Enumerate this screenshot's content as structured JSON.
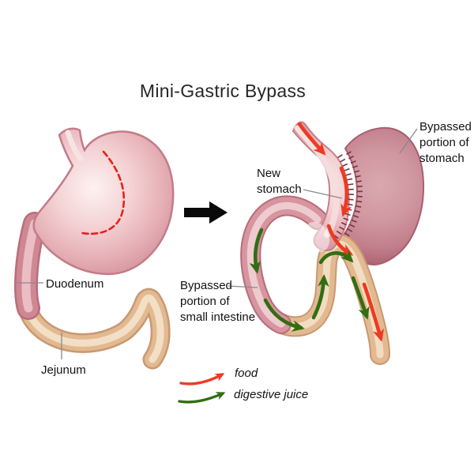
{
  "title": "Mini-Gastric Bypass",
  "before_figure": {
    "duodenum_label": "Duodenum",
    "jejunum_label": "Jejunum"
  },
  "after_figure": {
    "new_stomach_lines": [
      "New",
      "stomach"
    ],
    "bypassed_stomach_lines": [
      "Bypassed",
      "portion of",
      "stomach"
    ],
    "bypassed_intestine_lines": [
      "Bypassed",
      "portion of",
      "small intestine"
    ]
  },
  "legend": {
    "food_label": "food",
    "juice_label": "digestive juice",
    "food_color": "#ee3a22",
    "juice_color": "#316e12"
  },
  "colors": {
    "stomach_pink": "#e9b9be",
    "stomach_highlight": "#fdf2f0",
    "bypassed_mauve": "#c88893",
    "intestine_tan": "#e2b990",
    "duodenum_rose": "#d08794",
    "incision_red": "#e82019",
    "staple_maroon": "#7c3242",
    "transform_arrow_black": "#0a0a0a"
  }
}
